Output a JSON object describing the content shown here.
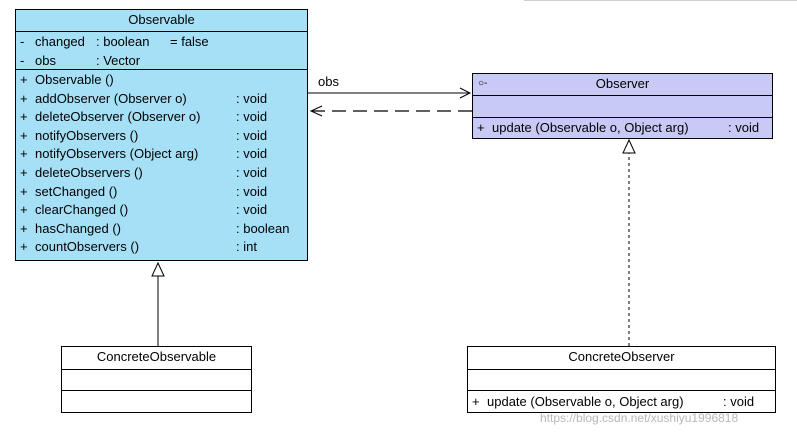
{
  "observable": {
    "name": "Observable",
    "attributes": [
      {
        "vis": "-",
        "name": "changed",
        "type": ": boolean",
        "default": "= false"
      },
      {
        "vis": "-",
        "name": "obs",
        "type": ": Vector",
        "default": ""
      }
    ],
    "operations": [
      {
        "vis": "+",
        "sig": "Observable ()",
        "type": ""
      },
      {
        "vis": "+",
        "sig": "addObserver (Observer o)",
        "type": ": void"
      },
      {
        "vis": "+",
        "sig": "deleteObserver (Observer o)",
        "type": ": void"
      },
      {
        "vis": "+",
        "sig": "notifyObservers ()",
        "type": ": void"
      },
      {
        "vis": "+",
        "sig": "notifyObservers (Object arg)",
        "type": ": void"
      },
      {
        "vis": "+",
        "sig": "deleteObservers ()",
        "type": ": void"
      },
      {
        "vis": "+",
        "sig": "setChanged ()",
        "type": ": void"
      },
      {
        "vis": "+",
        "sig": "clearChanged ()",
        "type": ": void"
      },
      {
        "vis": "+",
        "sig": "hasChanged ()",
        "type": ": boolean"
      },
      {
        "vis": "+",
        "sig": "countObservers ()",
        "type": ": int"
      }
    ]
  },
  "observer": {
    "stereotype_icon": "interface-icon",
    "name": "Observer",
    "operations": [
      {
        "vis": "+",
        "sig": "update (Observable o, Object arg)",
        "type": ": void"
      }
    ]
  },
  "concrete_observable": {
    "name": "ConcreteObservable"
  },
  "concrete_observer": {
    "name": "ConcreteObserver",
    "operations": [
      {
        "vis": "+",
        "sig": "update (Observable o, Object arg)",
        "type": ": void"
      }
    ]
  },
  "association_role": "obs",
  "watermark": "https://blog.csdn.net/xushiyu1996818",
  "colors": {
    "observable_fill": "#a6e0f7",
    "observer_fill": "#c9c9f5"
  }
}
